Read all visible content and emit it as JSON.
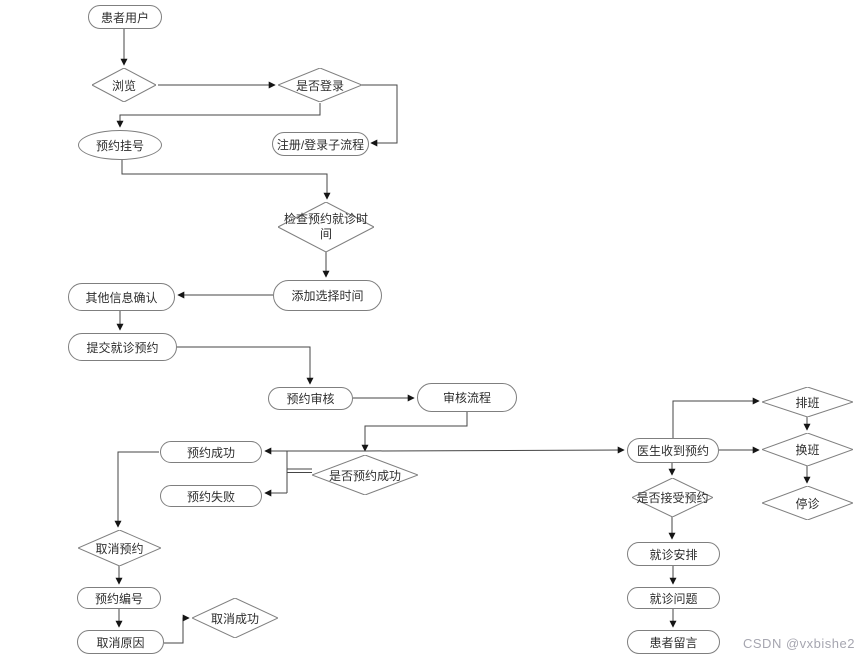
{
  "diagram": {
    "type": "flowchart",
    "watermark": "CSDN @vxbishe2",
    "colors": {
      "background": "#ffffff",
      "node_border": "#7f7f7f",
      "edge": "#454545",
      "arrowhead": "#151515",
      "text": "#2e2e2e",
      "watermark": "#a6a6b0"
    },
    "nodes": [
      {
        "id": "patient-user",
        "shape": "stadium",
        "label": "患者用户"
      },
      {
        "id": "browse",
        "shape": "diamond",
        "label": "浏览"
      },
      {
        "id": "login-check",
        "shape": "diamond",
        "label": "是否登录"
      },
      {
        "id": "appointment-register",
        "shape": "ellipse",
        "label": "预约挂号"
      },
      {
        "id": "register-login-subflow",
        "shape": "stadium",
        "label": "注册/登录子流程"
      },
      {
        "id": "check-visit-time",
        "shape": "diamond",
        "label": "检查预约就诊时间"
      },
      {
        "id": "add-select-time",
        "shape": "stadium",
        "label": "添加选择时间"
      },
      {
        "id": "other-info-confirm",
        "shape": "stadium",
        "label": "其他信息确认"
      },
      {
        "id": "submit-visit-appointment",
        "shape": "stadium",
        "label": "提交就诊预约"
      },
      {
        "id": "appointment-review",
        "shape": "stadium",
        "label": "预约审核"
      },
      {
        "id": "review-process",
        "shape": "stadium",
        "label": "审核流程"
      },
      {
        "id": "appointment-success-check",
        "shape": "diamond",
        "label": "是否预约成功"
      },
      {
        "id": "appointment-success",
        "shape": "stadium",
        "label": "预约成功"
      },
      {
        "id": "appointment-fail",
        "shape": "stadium",
        "label": "预约失败"
      },
      {
        "id": "cancel-appointment",
        "shape": "diamond",
        "label": "取消预约"
      },
      {
        "id": "appointment-number",
        "shape": "stadium",
        "label": "预约编号"
      },
      {
        "id": "cancel-reason",
        "shape": "stadium",
        "label": "取消原因"
      },
      {
        "id": "cancel-success",
        "shape": "diamond",
        "label": "取消成功"
      },
      {
        "id": "doctor-received",
        "shape": "stadium",
        "label": "医生收到预约"
      },
      {
        "id": "schedule",
        "shape": "diamond",
        "label": "排班"
      },
      {
        "id": "shift-change",
        "shape": "diamond",
        "label": "换班"
      },
      {
        "id": "stop-clinic",
        "shape": "diamond",
        "label": "停诊"
      },
      {
        "id": "accept-appointment-check",
        "shape": "diamond",
        "label": "是否接受预约"
      },
      {
        "id": "visit-arrangement",
        "shape": "stadium",
        "label": "就诊安排"
      },
      {
        "id": "visit-question",
        "shape": "stadium",
        "label": "就诊问题"
      },
      {
        "id": "patient-message",
        "shape": "stadium",
        "label": "患者留言"
      }
    ],
    "edges": [
      {
        "from": "patient-user",
        "to": "browse"
      },
      {
        "from": "browse",
        "to": "login-check"
      },
      {
        "from": "login-check",
        "to": "appointment-register"
      },
      {
        "from": "login-check",
        "to": "register-login-subflow"
      },
      {
        "from": "appointment-register",
        "to": "check-visit-time"
      },
      {
        "from": "check-visit-time",
        "to": "add-select-time"
      },
      {
        "from": "add-select-time",
        "to": "other-info-confirm"
      },
      {
        "from": "other-info-confirm",
        "to": "submit-visit-appointment"
      },
      {
        "from": "submit-visit-appointment",
        "to": "appointment-review"
      },
      {
        "from": "appointment-review",
        "to": "review-process"
      },
      {
        "from": "review-process",
        "to": "appointment-success-check"
      },
      {
        "from": "appointment-success-check",
        "to": "appointment-success"
      },
      {
        "from": "appointment-success-check",
        "to": "appointment-fail"
      },
      {
        "from": "appointment-success-check",
        "to": "doctor-received"
      },
      {
        "from": "appointment-success",
        "to": "cancel-appointment"
      },
      {
        "from": "cancel-appointment",
        "to": "appointment-number"
      },
      {
        "from": "appointment-number",
        "to": "cancel-reason"
      },
      {
        "from": "cancel-reason",
        "to": "cancel-success"
      },
      {
        "from": "doctor-received",
        "to": "schedule"
      },
      {
        "from": "doctor-received",
        "to": "shift-change"
      },
      {
        "from": "schedule",
        "to": "shift-change"
      },
      {
        "from": "shift-change",
        "to": "stop-clinic"
      },
      {
        "from": "doctor-received",
        "to": "accept-appointment-check"
      },
      {
        "from": "accept-appointment-check",
        "to": "visit-arrangement"
      },
      {
        "from": "visit-arrangement",
        "to": "visit-question"
      },
      {
        "from": "visit-question",
        "to": "patient-message"
      }
    ]
  }
}
